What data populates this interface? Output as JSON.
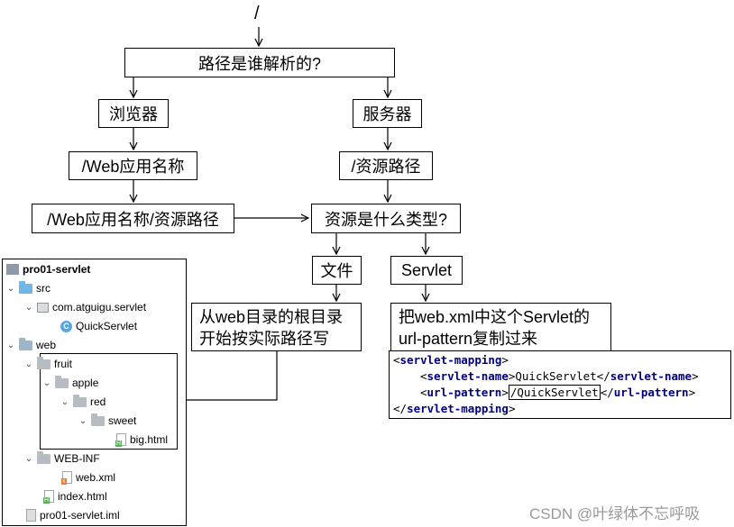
{
  "root_label": "/",
  "question_box": "路径是谁解析的?",
  "browser_box": "浏览器",
  "server_box": "服务器",
  "web_app_name_box": "/Web应用名称",
  "resource_path_box": "/资源路径",
  "full_path_box": "/Web应用名称/资源路径",
  "resource_type_box": "资源是什么类型?",
  "file_box": "文件",
  "servlet_box": "Servlet",
  "file_explain_box": "从web目录的根目录开始按实际路径写",
  "servlet_explain_box": "把web.xml中这个Servlet的url-pattern复制过来",
  "tree": {
    "project": "pro01-servlet",
    "src": "src",
    "package": "com.atguigu.servlet",
    "class": "QuickServlet",
    "web": "web",
    "fruit": "fruit",
    "apple": "apple",
    "red": "red",
    "sweet": "sweet",
    "big_html": "big.html",
    "web_inf": "WEB-INF",
    "web_xml": "web.xml",
    "index_html": "index.html",
    "iml": "pro01-servlet.iml"
  },
  "xml": {
    "lt": "<",
    "gt": ">",
    "lt_slash": "</",
    "servlet_mapping_tag": "servlet-mapping",
    "servlet_name_tag": "servlet-name",
    "url_pattern_tag": "url-pattern",
    "servlet_name_value": "QuickServlet",
    "url_pattern_value": "/QuickServlet"
  },
  "watermark": "CSDN @叶绿体不忘呼吸"
}
